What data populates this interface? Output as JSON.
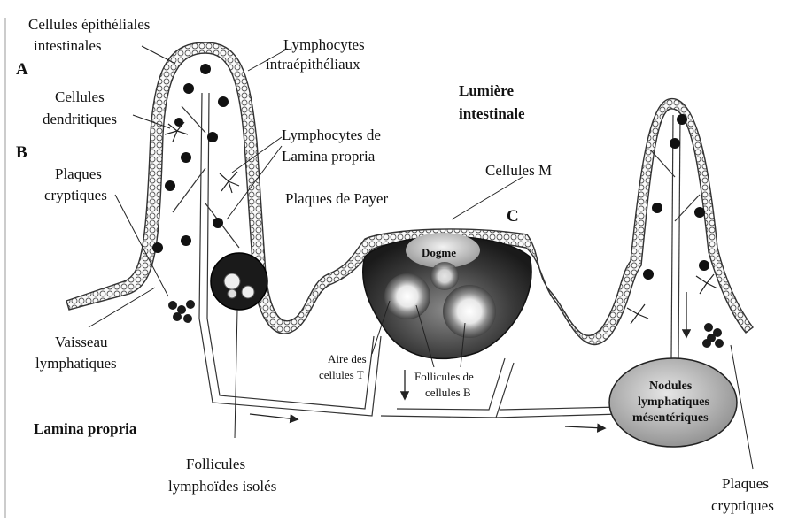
{
  "labels": {
    "cellules_epitheliales": [
      "Cellules épithéliales",
      "intestinales"
    ],
    "lymphocytes_intraepitheliaux": [
      "Lymphocytes",
      "intraépithéliaux"
    ],
    "letter_a": "A",
    "letter_b": "B",
    "letter_c": "C",
    "cellules_dendritiques": [
      "Cellules",
      "dendritiques"
    ],
    "lumiere_intestinale": [
      "Lumière",
      "intestinale"
    ],
    "lymphocytes_lamina": [
      "Lymphocytes de",
      "Lamina propria"
    ],
    "plaques_cryptiques_left": [
      "Plaques",
      "cryptiques"
    ],
    "cellules_m": "Cellules M",
    "plaques_de_payer": "Plaques de Payer",
    "dogme": "Dogme",
    "vaisseau": [
      "Vaisseau",
      "lymphatiques"
    ],
    "aire_cellules_t": [
      "Aire des",
      "cellules T"
    ],
    "follicules_b": [
      "Follicules de",
      "cellules B"
    ],
    "nodules": [
      "Nodules",
      "lymphatiques",
      "mésentériques"
    ],
    "lamina_propria": "Lamina propria",
    "follicules_isoles": [
      "Follicules",
      "lymphoïdes isolés"
    ],
    "plaques_cryptiques_right": [
      "Plaques",
      "cryptiques"
    ]
  }
}
